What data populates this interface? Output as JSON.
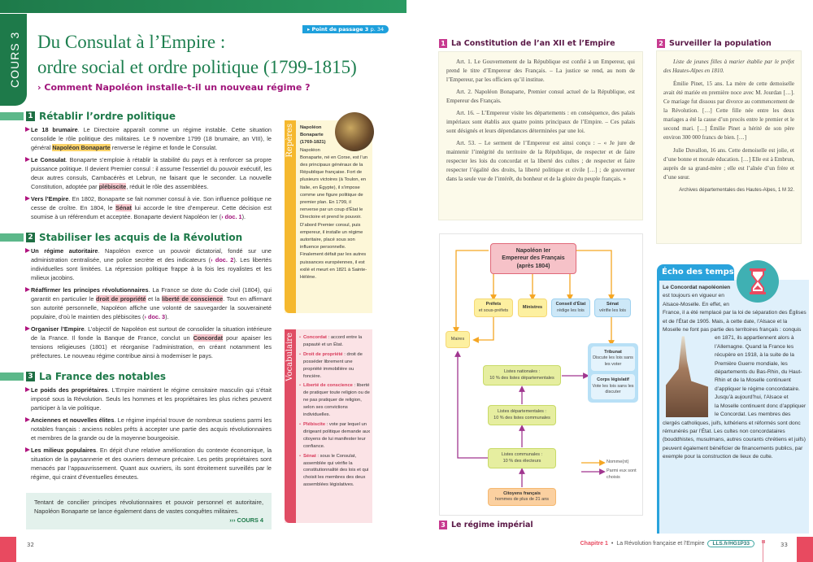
{
  "left_page": {
    "tab": "COURS 3",
    "point_de_passage": {
      "label": "Point de passage 3",
      "page": "p. 34"
    },
    "title_line1": "Du Consulat à l’Empire :",
    "title_line2": "ordre social et ordre politique (1799-1815)",
    "question": "Comment Napoléon installe-t-il un nouveau régime ?",
    "sections": [
      {
        "num": "1",
        "title": "Rétablir l’ordre politique",
        "paras": [
          [
            {
              "s": "b",
              "t": "Le 18 brumaire"
            },
            {
              "t": ". Le Directoire apparaît comme un régime instable. Cette situation consolide le rôle politique des militaires. Le 9 novembre 1799 (18 brumaire, an VIII), le général "
            },
            {
              "s": "hy",
              "t": "Napoléon Bonaparte"
            },
            {
              "t": " renverse le régime et fonde le Consulat."
            }
          ],
          [
            {
              "s": "b",
              "t": "Le Consulat"
            },
            {
              "t": ". Bonaparte s’emploie à rétablir la stabilité du pays et à renforcer sa propre puissance politique. Il devient Premier consul : il assume l’essentiel du pouvoir exécutif, les deux autres consuls, Cambacérès et Lebrun, ne faisant que le seconder. La nouvelle Constitution, adoptée par "
            },
            {
              "s": "hp",
              "t": "plébiscite"
            },
            {
              "t": ", réduit le rôle des assemblées."
            }
          ],
          [
            {
              "s": "b",
              "t": "Vers l’Empire"
            },
            {
              "t": ". En 1802, Bonaparte se fait nommer consul à vie. Son influence politique ne cesse de croître. En 1804, le "
            },
            {
              "s": "hp",
              "t": "Sénat"
            },
            {
              "t": " lui accorde le titre d’empereur. Cette décision est soumise à un référendum et acceptée. Bonaparte devient Napoléon Ier ("
            },
            {
              "s": "ref",
              "t": "› doc. 1"
            },
            {
              "t": ")."
            }
          ]
        ]
      },
      {
        "num": "2",
        "title": "Stabiliser les acquis de la Révolution",
        "paras": [
          [
            {
              "s": "b",
              "t": "Un régime autoritaire"
            },
            {
              "t": ". Napoléon exerce un pouvoir dictatorial, fondé sur une administration centralisée, une police secrète et des indicateurs ("
            },
            {
              "s": "ref",
              "t": "› doc. 2"
            },
            {
              "t": "). Les libertés individuelles sont limitées. La répression politique frappe à la fois les royalistes et les milieux jacobins."
            }
          ],
          [
            {
              "s": "b",
              "t": "Réaffirmer les principes révolutionnaires"
            },
            {
              "t": ". La France se dote du Code civil (1804), qui garantit en particulier le "
            },
            {
              "s": "hp",
              "t": "droit de propriété"
            },
            {
              "t": " et la "
            },
            {
              "s": "hp",
              "t": "liberté de conscience"
            },
            {
              "t": ". Tout en affirmant son autorité personnelle, Napoléon affiche une volonté de sauvegarder la souveraineté populaire, d’où le maintien des plébiscites ("
            },
            {
              "s": "ref",
              "t": "› doc. 3"
            },
            {
              "t": ")."
            }
          ],
          [
            {
              "s": "b",
              "t": "Organiser l’Empire"
            },
            {
              "t": ". L’objectif de Napoléon est surtout de consolider la situation intérieure de la France. Il fonde la Banque de France, conclut un "
            },
            {
              "s": "hp",
              "t": "Concordat"
            },
            {
              "t": " pour apaiser les tensions religieuses (1801) et réorganise l’administration, en créant notamment les préfectures. Le nouveau régime contribue ainsi à moderniser le pays."
            }
          ]
        ]
      },
      {
        "num": "3",
        "title": "La France des notables",
        "paras": [
          [
            {
              "s": "b",
              "t": "Le poids des propriétaires"
            },
            {
              "t": ". L’Empire maintient le régime censitaire masculin qui s’était imposé sous la Révolution. Seuls les hommes et les propriétaires les plus riches peuvent participer à la vie politique."
            }
          ],
          [
            {
              "s": "b",
              "t": "Anciennes et nouvelles élites"
            },
            {
              "t": ". Le régime impérial trouve de nombreux soutiens parmi les notables français : anciens nobles prêts à accepter une partie des acquis révolutionnaires et membres de la grande ou de la moyenne bourgeoisie."
            }
          ],
          [
            {
              "s": "b",
              "t": "Les milieux populaires"
            },
            {
              "t": ". En dépit d’une relative amélioration du contexte économique, la situation de la paysannerie et des ouvriers demeure précaire. Les petits propriétaires sont menacés par l’appauvrissement. Quant aux ouvriers, ils sont étroitement surveillés par le régime, qui craint d’éventuelles émeutes."
            }
          ]
        ]
      }
    ],
    "summary": {
      "text": "Tentant de concilier principes révolutionnaires et pouvoir personnel et autoritaire, Napoléon Bonaparte se lance également dans de vastes conquêtes militaires.",
      "next": "››› COURS 4"
    },
    "reperes": {
      "label": "Repères",
      "name": "Napoléon Bonaparte (1769-1821)",
      "text": "Napoléon Bonaparte, né en Corse, est l’un des principaux généraux de la République française. Fort de plusieurs victoires (à Toulon, en Italie, en Égypte), il s’impose comme une figure politique de premier plan. En 1799, il renverse par un coup d’État le Directoire et prend le pouvoir. D’abord Premier consul, puis empereur, il installe un régime autoritaire, placé sous son influence personnelle. Finalement défait par les autres puissances européennes, il est exilé et meurt en 1821 à Sainte-Hélène."
    },
    "vocabulaire": {
      "label": "Vocabulaire",
      "items": [
        {
          "term": "Concordat",
          "def": " : accord entre la papauté et un État."
        },
        {
          "term": "Droit de propriété",
          "def": " : droit de posséder librement une propriété immobilière ou foncière."
        },
        {
          "term": "Liberté de conscience",
          "def": " : liberté de pratiquer toute religion ou de ne pas pratiquer de religion, selon ses convictions individuelles."
        },
        {
          "term": "Plébiscite",
          "def": " : vote par lequel un dirigeant politique demande aux citoyens de lui manifester leur confiance."
        },
        {
          "term": "Sénat",
          "def": " : sous le Consulat, assemblée qui vérifie la constitutionnalité des lois et qui choisit les membres des deux assemblées législatives."
        }
      ]
    },
    "page_number": "32"
  },
  "right_page": {
    "doc1": {
      "num": "1",
      "title": "La Constitution de l’an XII et l’Empire",
      "paras": [
        "Art. 1. Le Gouvernement de la République est confié à un Empereur, qui prend le titre d’Empereur des Français. – La justice se rend, au nom de l’Empereur, par les officiers qu’il institue.",
        "Art. 2. Napoléon Bonaparte, Premier consul actuel de la République, est Empereur des Français.",
        "Art. 16. – L’Empereur visite les départements : en conséquence, des palais impériaux sont établis aux quatre points principaux de l’Empire. – Ces palais sont désignés et leurs dépendances déterminées par une loi.",
        "Art. 53. – Le serment de l’Empereur est ainsi conçu : – « Je jure de maintenir l’intégrité du territoire de la République, de respecter et de faire respecter les lois du concordat et la liberté des cultes ; de respecter et faire respecter l’égalité des droits, la liberté politique et civile […] ; de gouverner dans la seule vue de l’intérêt, du bonheur et de la gloire du peuple français. »"
      ]
    },
    "diagram": {
      "emperor": [
        "Napoléon Ier",
        "Empereur des Français",
        "(après 1804)"
      ],
      "prefets": {
        "title": "Préfets",
        "sub": "et sous-préfets"
      },
      "ministres": {
        "title": "Ministres"
      },
      "conseil": {
        "title": "Conseil d’État",
        "sub": "rédige les lois"
      },
      "senat": {
        "title": "Sénat",
        "sub": "vérifie les lois"
      },
      "maires": {
        "title": "Maires"
      },
      "tribunat": {
        "title": "Tribunat",
        "sub": "Discute les lois sans les voter"
      },
      "corps": {
        "title": "Corps législatif",
        "sub": "Vote les lois sans les discuter"
      },
      "nationales": [
        "Listes nationales :",
        "10 % des listes départementales"
      ],
      "departementales": [
        "Listes départementales :",
        "10 % des listes communales"
      ],
      "communales": [
        "Listes communales :",
        "10 % des électeurs"
      ],
      "citoyens": {
        "title": "Citoyens français",
        "sub": "hommes de plus de 21 ans"
      },
      "legend": {
        "nomme": "Nomme(nt)",
        "choisis": "Parmi eux sont choisis"
      },
      "colors": {
        "nomme": "#f5a623",
        "choisis": "#a0358f"
      }
    },
    "doc3": {
      "num": "3",
      "title": "Le régime impérial"
    },
    "doc2": {
      "num": "2",
      "title": "Surveiller la population",
      "intro": "Liste de jeunes filles à marier établie par le préfet des Hautes-Alpes en 1810.",
      "paras": [
        "Émilie Pinet, 15 ans. La mère de cette demoiselle avait été mariée en première noce avec M. Jourdan […]. Ce mariage fut dissous par divorce au commencement de la Révolution. […] Cette fille née entre les deux mariages a été la cause d’un procès entre le premier et le second mari. […] Émilie Pinet a hérité de son père environ 300 000 francs de bien. […]",
        "Julie Duvallon, 16 ans. Cette demoiselle est jolie, et d’une bonne et morale éducation. […] Elle est à Embrun, auprès de sa grand-mère ; elle est l’aînée d’un frère et d’une sœur."
      ],
      "source": "Archives départementales des Hautes-Alpes, 1 M 32."
    },
    "echo": {
      "header": "Écho des temps",
      "lead": "Le Concordat napoléonien",
      "text1": " est toujours en vigueur en Alsace-Moselle. En effet, en France, il a été remplacé par la loi de séparation des Églises et de l’État de 1905. Mais, à cette date, l’Alsace et la Moselle ne font pas partie des territoires français : conquis en 1871, ils appartiennent alors à",
      "text2": "l’Allemagne. Quand la France les récupère en 1918, à la suite de la Première Guerre mondiale, les départements du Bas-Rhin, du Haut-Rhin et de la Moselle continuent d’appliquer le régime concordataire. Jusqu’à aujourd’hui, l’Alsace et",
      "text3": "la Moselle continuent donc d’appliquer le Concordat. Les membres des clergés catholiques, juifs, luthériens et réformés sont donc rémunérés par l’État. Les cultes non concordataires (bouddhistes, musulmans, autres courants chrétiens et juifs) peuvent également bénéficier de financements publics, par exemple pour la construction de lieux de culte."
    },
    "footer": {
      "chapter": "Chapitre 1",
      "sep": "•",
      "chapter_title": "La Révolution française et l’Empire",
      "link": "LLS.fr/HG1P33",
      "page_number": "33"
    }
  }
}
